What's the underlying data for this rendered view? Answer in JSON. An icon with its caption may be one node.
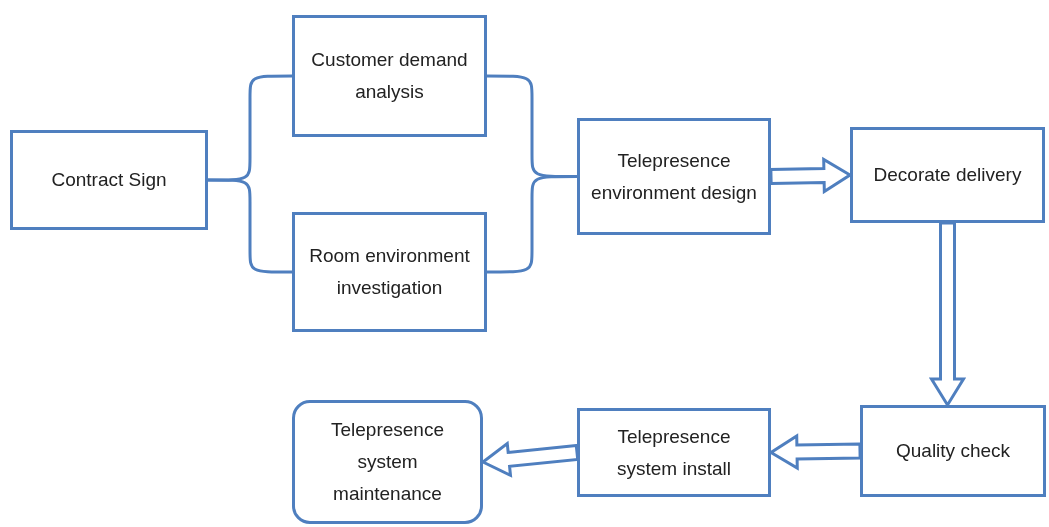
{
  "diagram": {
    "nodes": [
      {
        "text": [
          "Contract Sign"
        ]
      },
      {
        "text": [
          "Customer demand analysis"
        ]
      },
      {
        "text": [
          "Room environment investigation"
        ]
      },
      {
        "text": [
          "Telepresence environment design"
        ]
      },
      {
        "text": [
          "Decorate delivery"
        ]
      },
      {
        "text": [
          "Quality check"
        ]
      },
      {
        "text": [
          "Telepresence system install"
        ]
      },
      {
        "text": [
          "Telepresence system maintenance"
        ]
      }
    ],
    "edges": [
      {
        "from": 0,
        "to": 1,
        "arrow": "none"
      },
      {
        "from": 0,
        "to": 2,
        "arrow": "none"
      },
      {
        "from": 1,
        "to": 3,
        "arrow": "none"
      },
      {
        "from": 2,
        "to": 3,
        "arrow": "none"
      },
      {
        "from": 3,
        "to": 4,
        "arrow": "to"
      },
      {
        "from": 4,
        "to": 5,
        "arrow": "to"
      },
      {
        "from": 5,
        "to": 6,
        "arrow": "to"
      },
      {
        "from": 6,
        "to": 7,
        "arrow": "to"
      }
    ]
  }
}
